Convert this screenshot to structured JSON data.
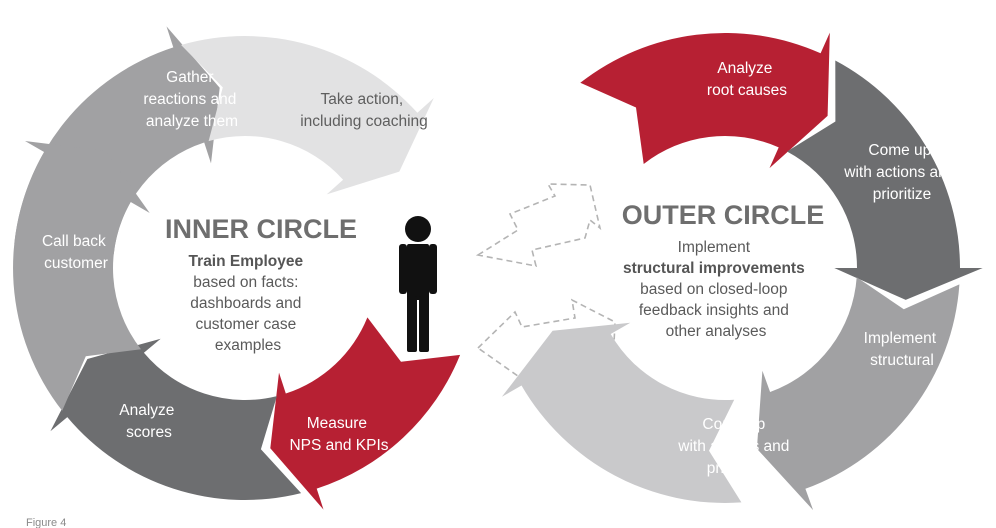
{
  "caption": "Figure 4",
  "colors": {
    "crimson": "#b72033",
    "dark_grey": "#6d6e70",
    "mid_grey": "#a1a1a3",
    "light_grey": "#c9c9cb",
    "pale_grey": "#e2e2e3",
    "person": "#111111",
    "dashed": "#b4b4b4"
  },
  "inner_circle": {
    "title": "INNER CIRCLE",
    "body_bold": "Train Employee",
    "body_lines": [
      "based on facts:",
      "dashboards and",
      "customer case",
      "examples"
    ],
    "steps": [
      {
        "lines": [
          "Gather",
          "reactions and",
          "analyze them"
        ]
      },
      {
        "lines": [
          "Take action,",
          "including coaching"
        ]
      },
      {
        "lines": [
          "Measure",
          "NPS and KPIs"
        ]
      },
      {
        "lines": [
          "Analyze",
          "scores"
        ]
      },
      {
        "lines": [
          "Call back",
          "customer"
        ]
      }
    ]
  },
  "outer_circle": {
    "title": "OUTER CIRCLE",
    "body_line1": "Implement",
    "body_bold": "structural improvements",
    "body_lines": [
      "based on closed-loop",
      "feedback insights and",
      "other analyses"
    ],
    "steps": [
      {
        "lines": [
          "Analyze",
          "root causes"
        ]
      },
      {
        "lines": [
          "Come up",
          "with actions and",
          "prioritize"
        ]
      },
      {
        "lines": [
          "Implement",
          "structural"
        ]
      },
      {
        "lines": [
          "Come up",
          "with actions and",
          "prioritize"
        ]
      }
    ]
  }
}
